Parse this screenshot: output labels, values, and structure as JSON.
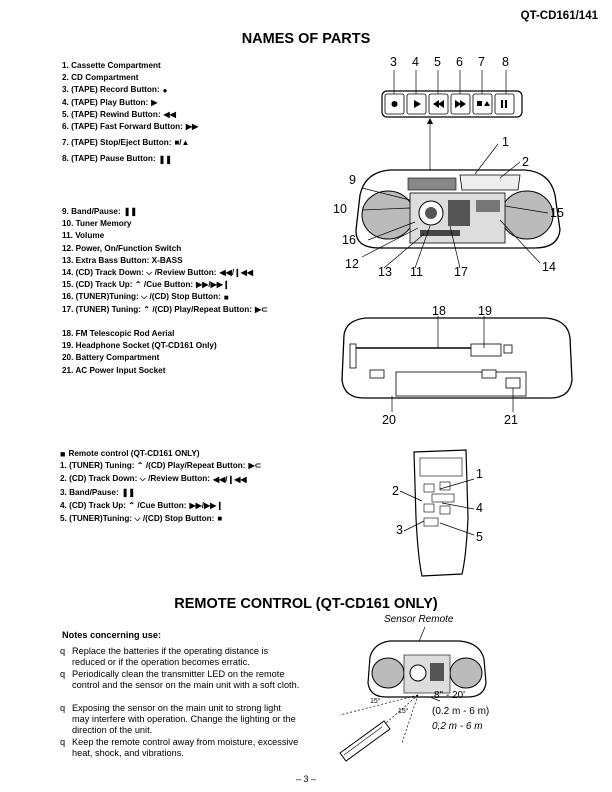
{
  "model": "QT-CD161/141",
  "names_title": "NAMES OF PARTS",
  "tape_parts": [
    {
      "label": "1. Cassette Compartment",
      "sym": ""
    },
    {
      "label": "2. CD Compartment",
      "sym": ""
    },
    {
      "label": "3. (TAPE) Record Button:",
      "sym": "●"
    },
    {
      "label": "4. (TAPE) Play Button:",
      "sym": "▶"
    },
    {
      "label": "5. (TAPE) Rewind Button:",
      "sym": "◀◀"
    },
    {
      "label": "6. (TAPE) Fast Forward Button:",
      "sym": "▶▶"
    },
    {
      "label": "7. (TAPE) Stop/Eject Button:",
      "sym": "■/▲"
    },
    {
      "label": "8. (TAPE) Pause Button:",
      "sym": "❚❚"
    }
  ],
  "cd_parts": [
    {
      "label": "9. Band/Pause:",
      "sym": "❚❚"
    },
    {
      "label": "10. Tuner Memory",
      "sym": ""
    },
    {
      "label": "11. Volume",
      "sym": ""
    },
    {
      "label": "12. Power, On/Function Switch",
      "sym": ""
    },
    {
      "label": "13. Extra Bass Button: X-BASS",
      "sym": ""
    },
    {
      "label": "14. (CD) Track Down: ⌵ /Review Button:",
      "sym": "◀◀/❙◀◀"
    },
    {
      "label": "15. (CD) Track Up: ⌃ /Cue Button:",
      "sym": "▶▶/▶▶❙"
    },
    {
      "label": "16. (TUNER)Tuning: ⌵ /(CD) Stop Button:",
      "sym": "■"
    },
    {
      "label": "17. (TUNER) Tuning: ⌃ /(CD) Play/Repeat Button:",
      "sym": "▶⊂"
    }
  ],
  "back_parts": [
    {
      "label": "18. FM Telescopic Rod Aerial"
    },
    {
      "label": "19. Headphone Socket (QT-CD161 Only)"
    },
    {
      "label": "20. Battery Compartment"
    },
    {
      "label": "21. AC Power Input Socket"
    }
  ],
  "remote_header": "Remote control (QT-CD161 ONLY)",
  "remote_parts": [
    {
      "label": "1. (TUNER) Tuning: ⌃ /(CD) Play/Repeat Button:",
      "sym": "▶⊂"
    },
    {
      "label": "2. (CD) Track Down: ⌵ /Review Button:",
      "sym": "◀◀/❙◀◀"
    },
    {
      "label": "3. Band/Pause:",
      "sym": "❚❚"
    },
    {
      "label": "4. (CD) Track Up: ⌃ /Cue Button:",
      "sym": "▶▶/▶▶❙"
    },
    {
      "label": "5. (TUNER)Tuning: ⌵ /(CD) Stop Button:",
      "sym": "■"
    }
  ],
  "top_callouts": [
    "3",
    "4",
    "5",
    "6",
    "7",
    "8"
  ],
  "front_callouts": {
    "c1": "1",
    "c2": "2",
    "c9": "9",
    "c10": "10",
    "c15": "15",
    "c16": "16",
    "c12": "12",
    "c13": "13",
    "c11": "11",
    "c17": "17",
    "c14": "14"
  },
  "back_callouts": {
    "c18": "18",
    "c19": "19",
    "c20": "20",
    "c21": "21"
  },
  "remote_callouts": {
    "c1": "1",
    "c2": "2",
    "c3": "3",
    "c4": "4",
    "c5": "5"
  },
  "remote_title": "REMOTE CONTROL (QT-CD161 ONLY)",
  "sensor_label": "Sensor Remote",
  "notes_header": "Notes concerning use:",
  "bullet": "q",
  "notes": [
    "Replace the batteries if the operating distance is reduced or if the operation becomes erratic.",
    "Periodically clean the transmitter LED on the remote control and the sensor on the main unit with a soft cloth.",
    "Exposing the sensor on the main unit to strong light may interfere with operation. Change the lighting or the direction of the unit.",
    "Keep the remote control away from moisture, excessive heat, shock, and vibrations."
  ],
  "distance_ft": "8\" - 20'",
  "distance_m": "(0.2 m - 6 m)",
  "distance_m2": "0,2 m - 6 m",
  "angle_left": "15°",
  "angle_right": "15°",
  "page_number": "– 3 –"
}
